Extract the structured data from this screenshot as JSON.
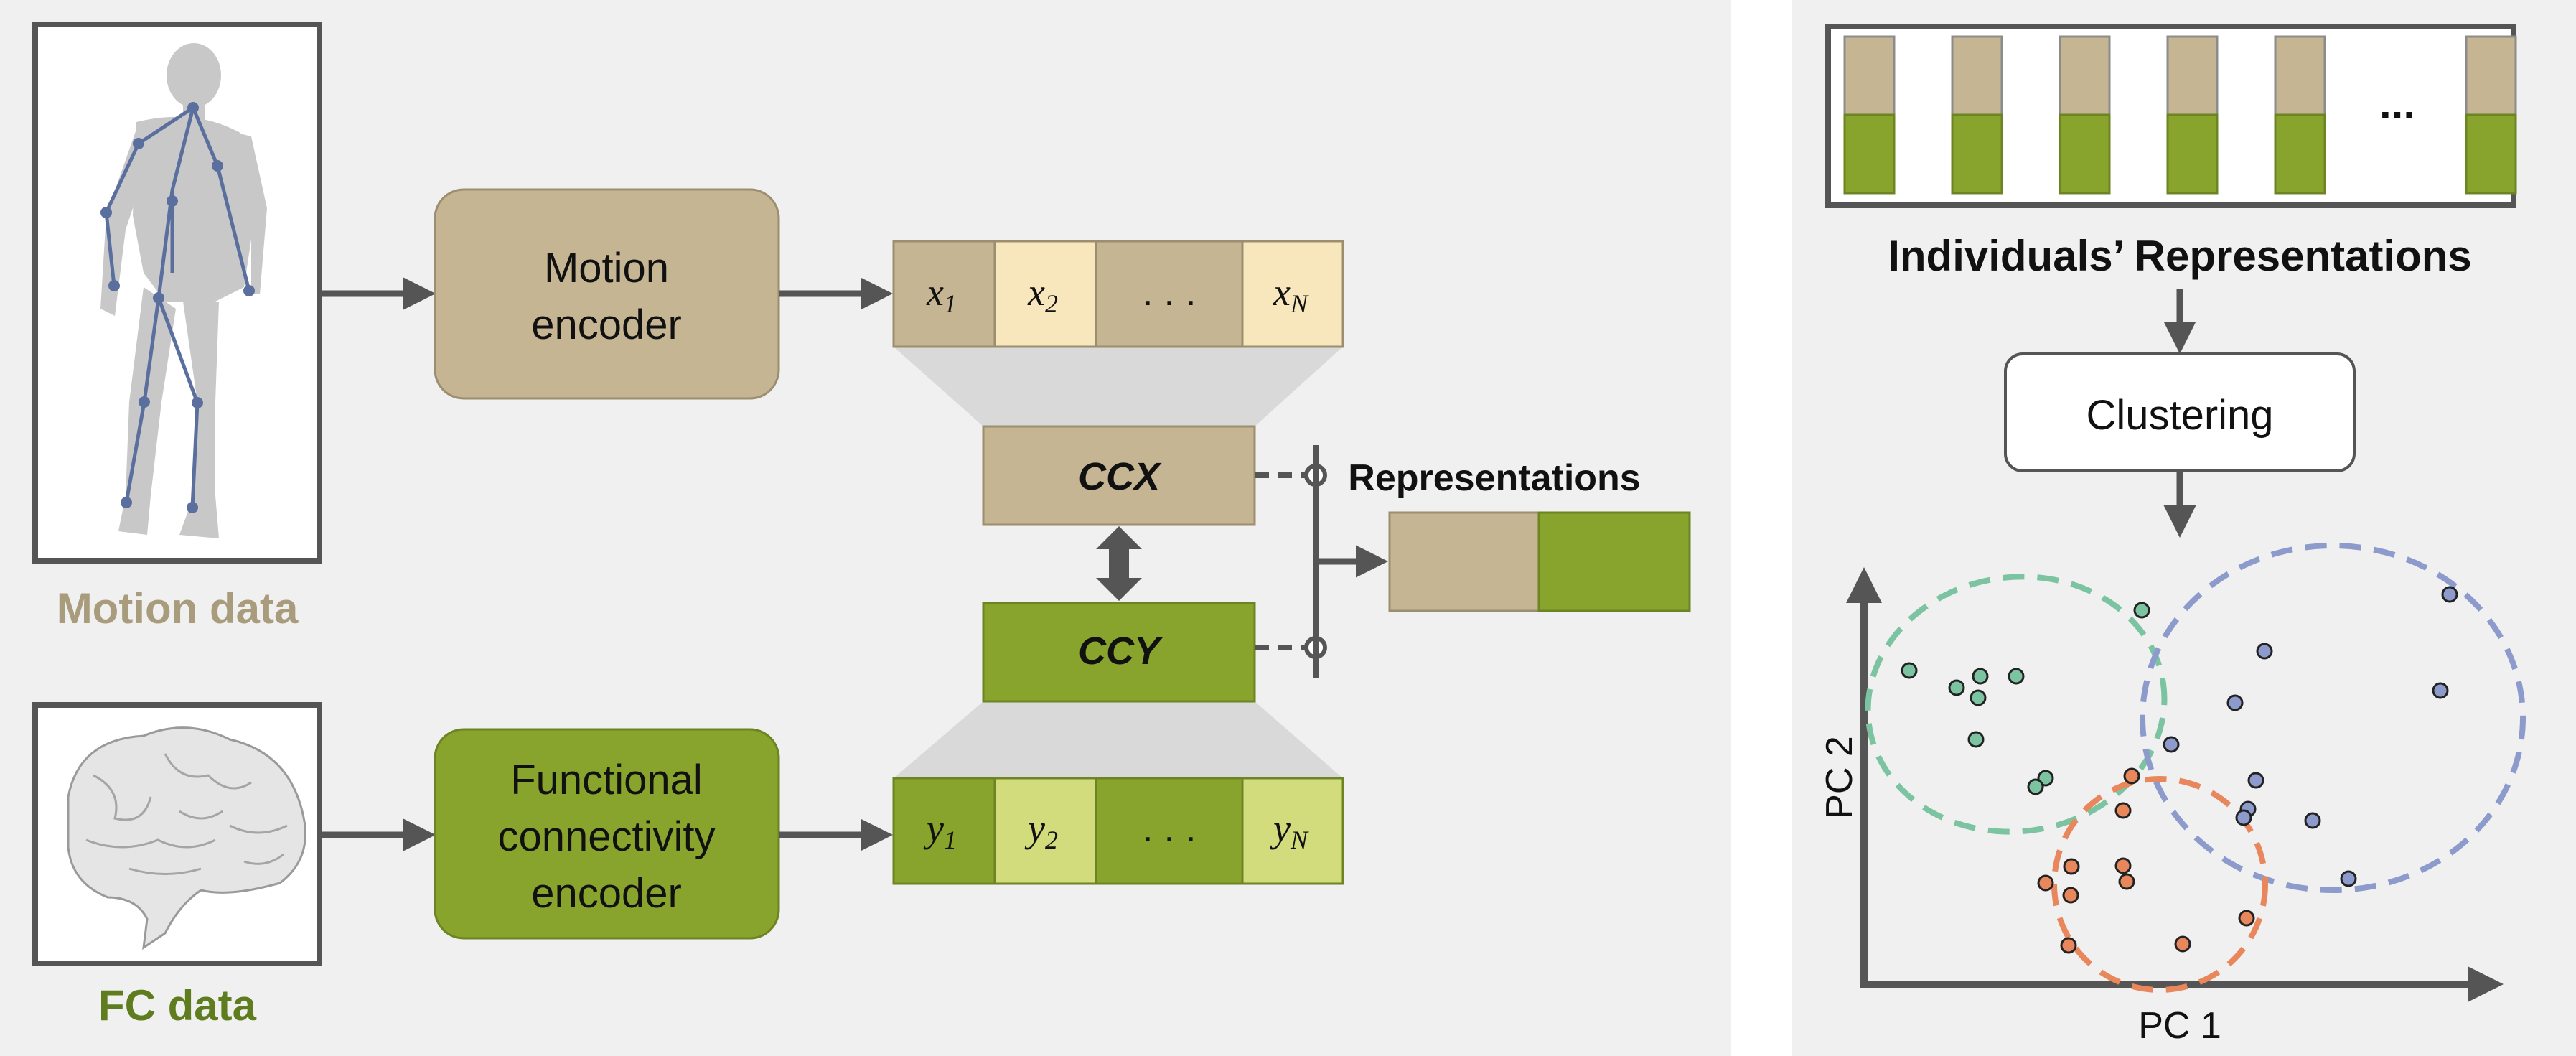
{
  "motion_caption": "Motion data",
  "fc_caption": "FC data",
  "motion_encoder": {
    "line1": "Motion",
    "line2": "encoder"
  },
  "fc_encoder": {
    "line1": "Functional",
    "line2": "connectivity",
    "line3": "encoder"
  },
  "x_vector": {
    "first": "x",
    "first_sub": "1",
    "second": "x",
    "second_sub": "2",
    "ellipsis": ". . .",
    "last": "x",
    "last_sub": "N"
  },
  "y_vector": {
    "first": "y",
    "first_sub": "1",
    "second": "y",
    "second_sub": "2",
    "ellipsis": ". . .",
    "last": "y",
    "last_sub": "N"
  },
  "ccx_label": "CCX",
  "ccy_label": "CCY",
  "representations_label": "Representations",
  "individuals_label": "Individuals’ Representations",
  "individuals_ellipsis": "...",
  "clustering_label": "Clustering",
  "pc1_label": "PC 1",
  "pc2_label": "PC 2",
  "colors": {
    "motion": "#c5b592",
    "motion_light": "#f8e6bd",
    "fc": "#89a42d",
    "fc_light": "#d3dc7c",
    "panel_bg": "#f0f0f0",
    "cluster_green": "#7cc4a1",
    "cluster_blue": "#8c9bcc",
    "cluster_orange": "#e9875c"
  },
  "icons": [
    "human-skeleton-figure-icon",
    "brain-icon"
  ]
}
